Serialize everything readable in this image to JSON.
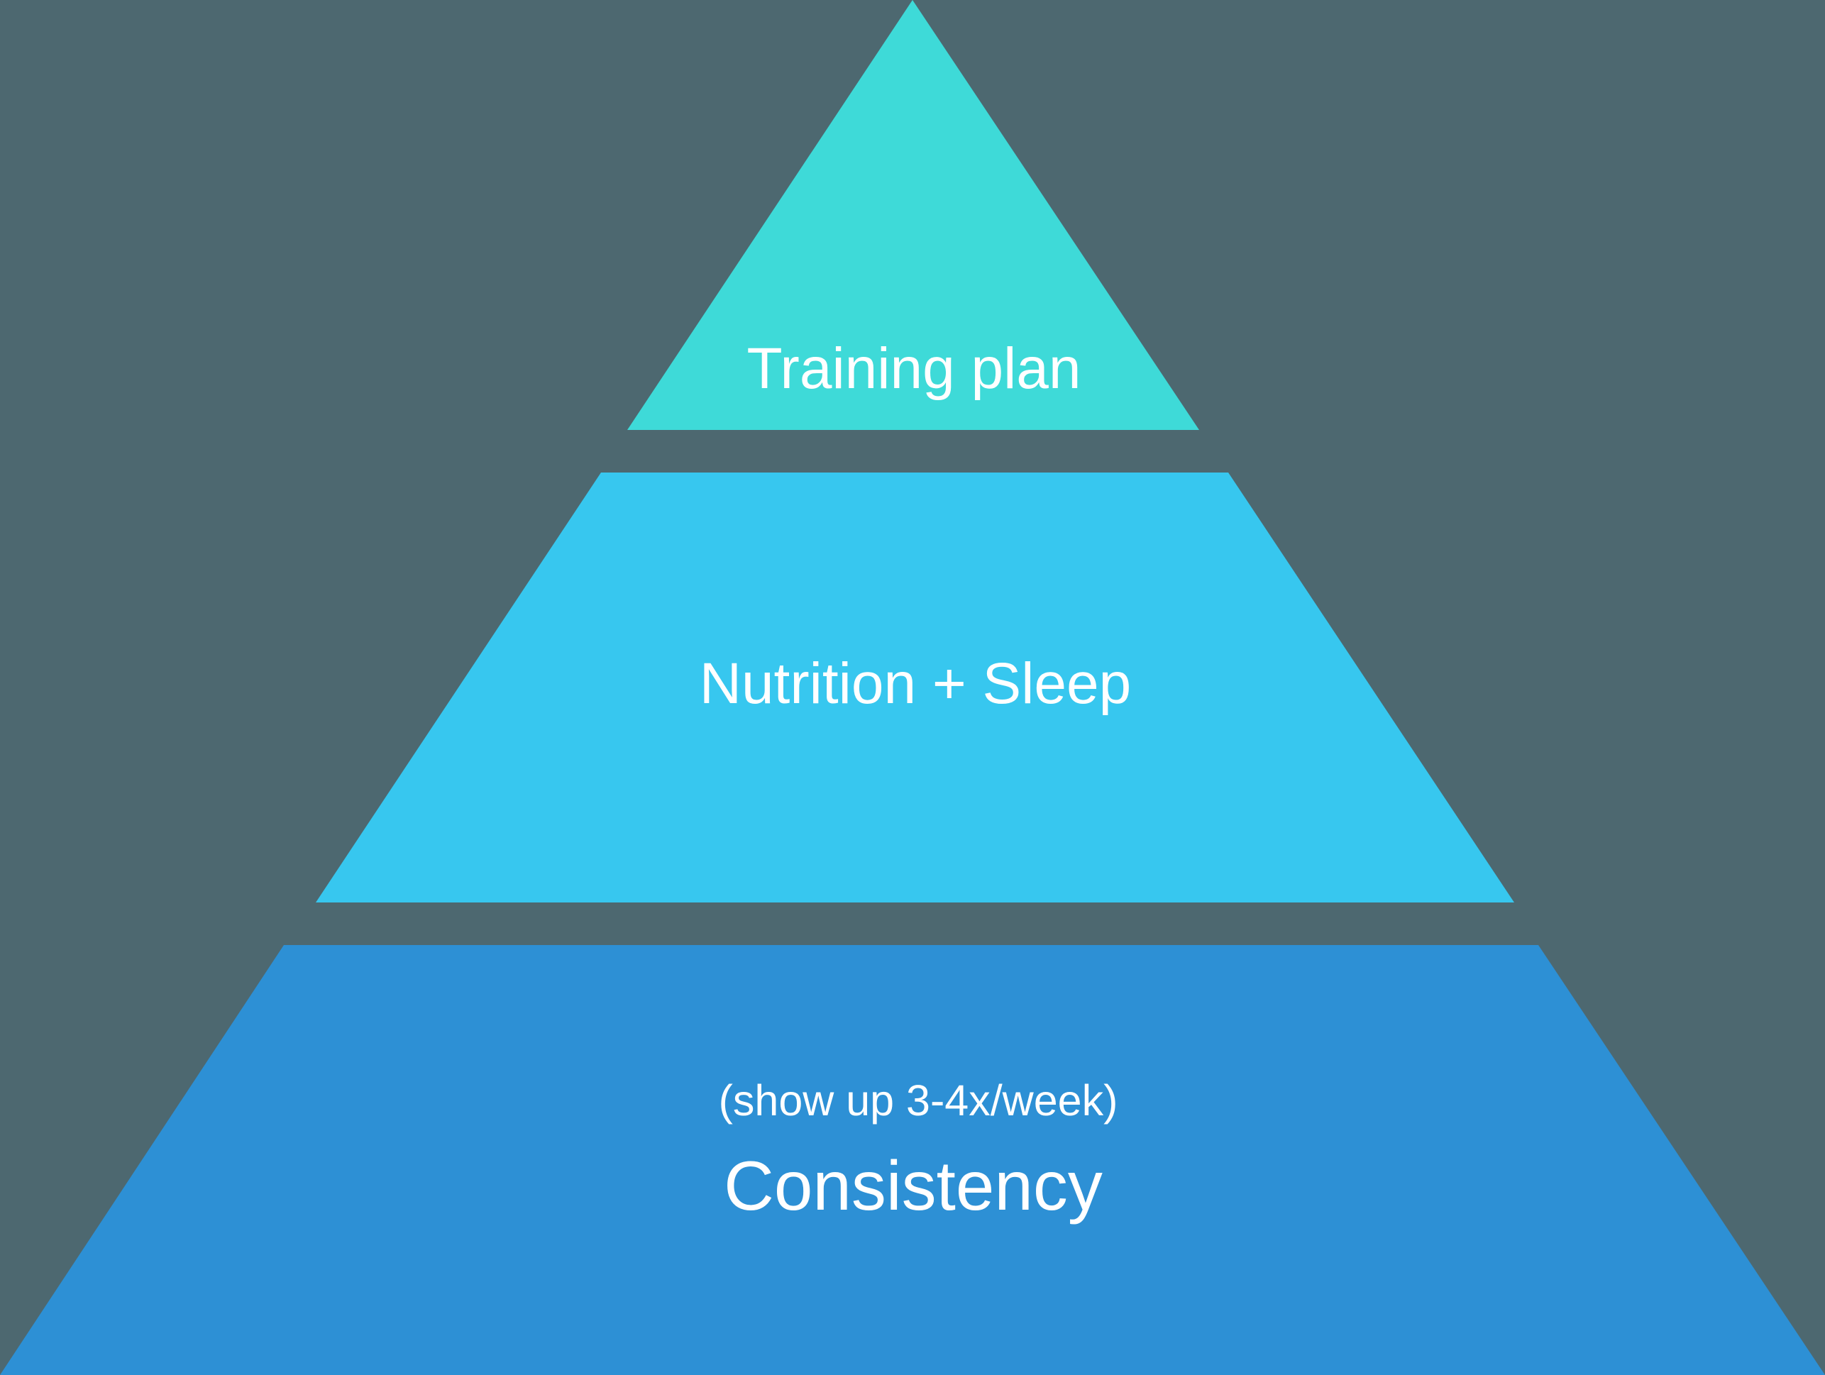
{
  "diagram": {
    "type": "pyramid",
    "background_color": "#4D6870",
    "tiers": [
      {
        "level": "top",
        "label": "Training plan",
        "sublabel": null,
        "color": "#3EDAD8"
      },
      {
        "level": "middle",
        "label": "Nutrition + Sleep",
        "sublabel": null,
        "color": "#37C7EF"
      },
      {
        "level": "bottom",
        "label": "Consistency",
        "sublabel": "(show up 3-4x/week)",
        "color": "#2D90D5"
      }
    ]
  }
}
